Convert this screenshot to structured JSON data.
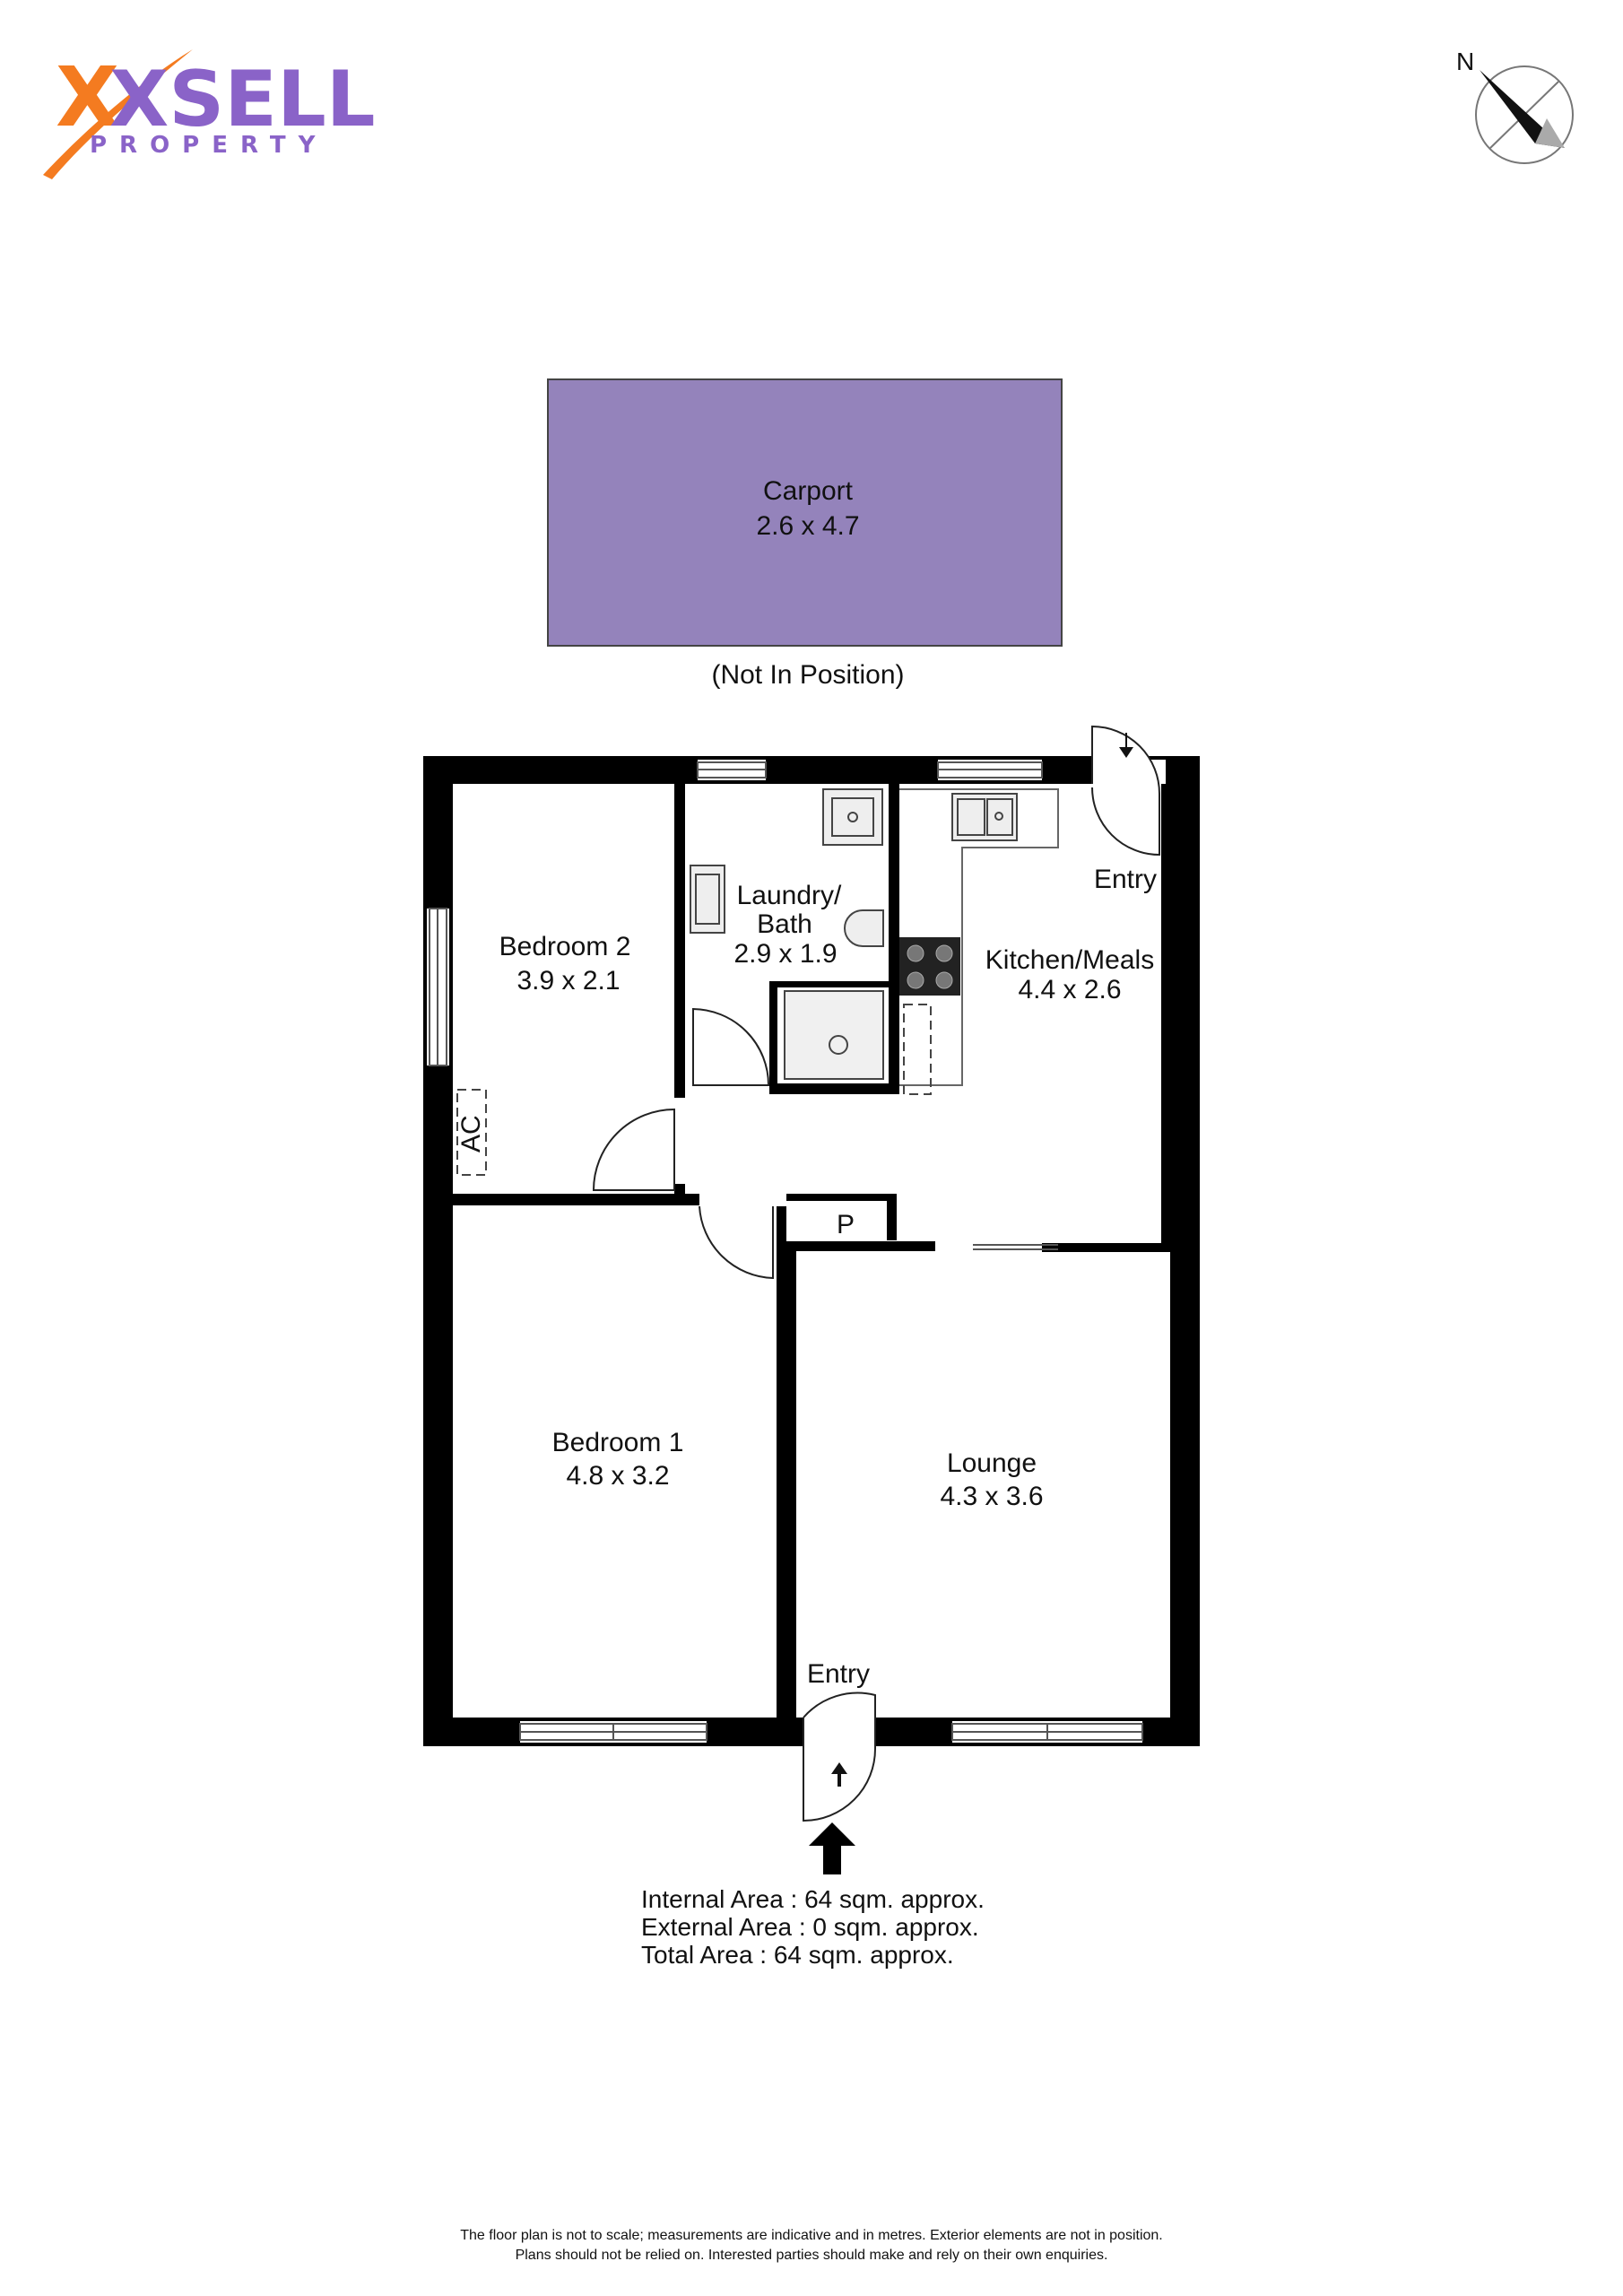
{
  "brand": {
    "logo_text": "XSELL",
    "logo_sub": "PROPERTY",
    "accent_orange": "#f47b20",
    "accent_purple": "#8a63c8"
  },
  "compass": {
    "north_label": "N"
  },
  "carport": {
    "name": "Carport",
    "dims": "2.6 x 4.7",
    "note": "(Not In Position)",
    "fill": "#9483bb"
  },
  "rooms": {
    "bedroom2": {
      "name": "Bedroom 2",
      "dims": "3.9 x 2.1"
    },
    "laundry": {
      "name_line1": "Laundry/",
      "name_line2": "Bath",
      "dims": "2.9 x 1.9"
    },
    "kitchen": {
      "name": "Kitchen/Meals",
      "dims": "4.4 x 2.6"
    },
    "bedroom1": {
      "name": "Bedroom 1",
      "dims": "4.8 x 3.2"
    },
    "lounge": {
      "name": "Lounge",
      "dims": "4.3 x 3.6"
    }
  },
  "labels": {
    "entry_top": "Entry",
    "entry_bottom": "Entry",
    "pantry": "P",
    "ac": "AC"
  },
  "areas": {
    "internal": "Internal Area : 64 sqm. approx.",
    "external": "External Area : 0 sqm. approx.",
    "total": "Total Area : 64 sqm. approx."
  },
  "disclaimer": {
    "line1": "The floor plan is not to scale; measurements are indicative and in metres. Exterior elements are not in position.",
    "line2": "Plans should not be relied on. Interested parties should make and rely on their own enquiries."
  }
}
